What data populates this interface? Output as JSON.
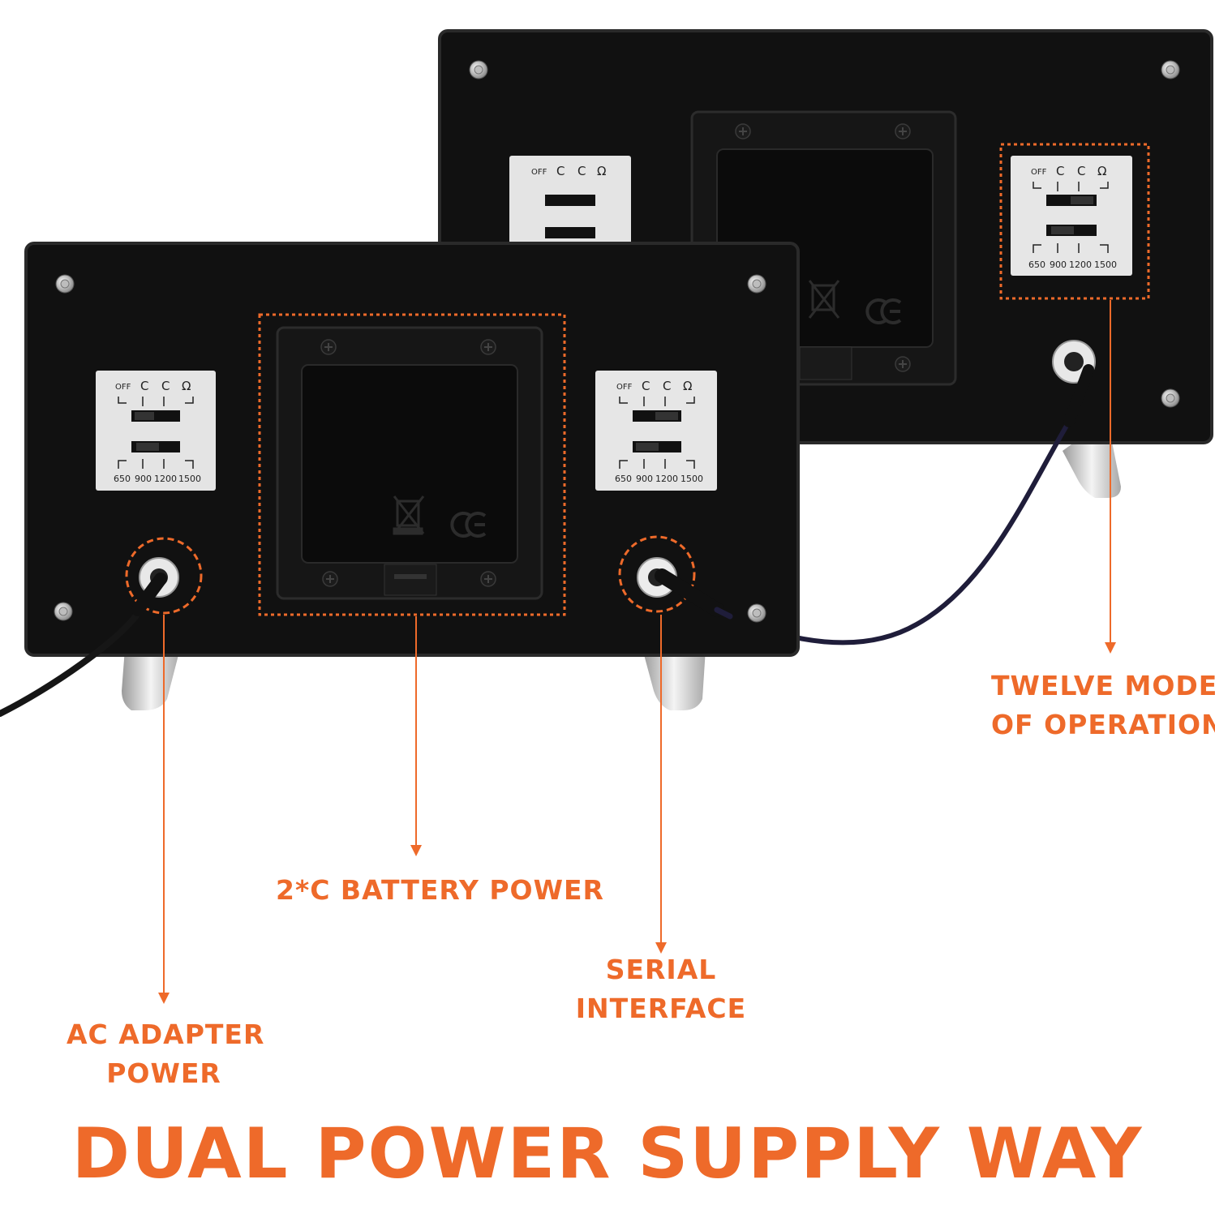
{
  "callouts": {
    "twelve_modes": {
      "line1": "TWELVE MODES",
      "line2": "OF OPERATION"
    },
    "battery": {
      "line1": "2*C BATTERY POWER"
    },
    "serial": {
      "line1": "SERIAL",
      "line2": "INTERFACE"
    },
    "ac_adapter": {
      "line1": "AC ADAPTER",
      "line2": "POWER"
    }
  },
  "headline": "DUAL POWER SUPPLY WAY",
  "switch_panel": {
    "off": "OFF",
    "speeds": [
      "650",
      "900",
      "1200",
      "1500"
    ]
  },
  "colors": {
    "accent": "#ee6a2a",
    "device_body": "#111111",
    "panel": "#e4e4e4",
    "cable_back": "#1f1d3a"
  },
  "icons": [
    "screw-icon",
    "ce-mark-icon",
    "weee-bin-icon",
    "rotation-mode-icon"
  ]
}
